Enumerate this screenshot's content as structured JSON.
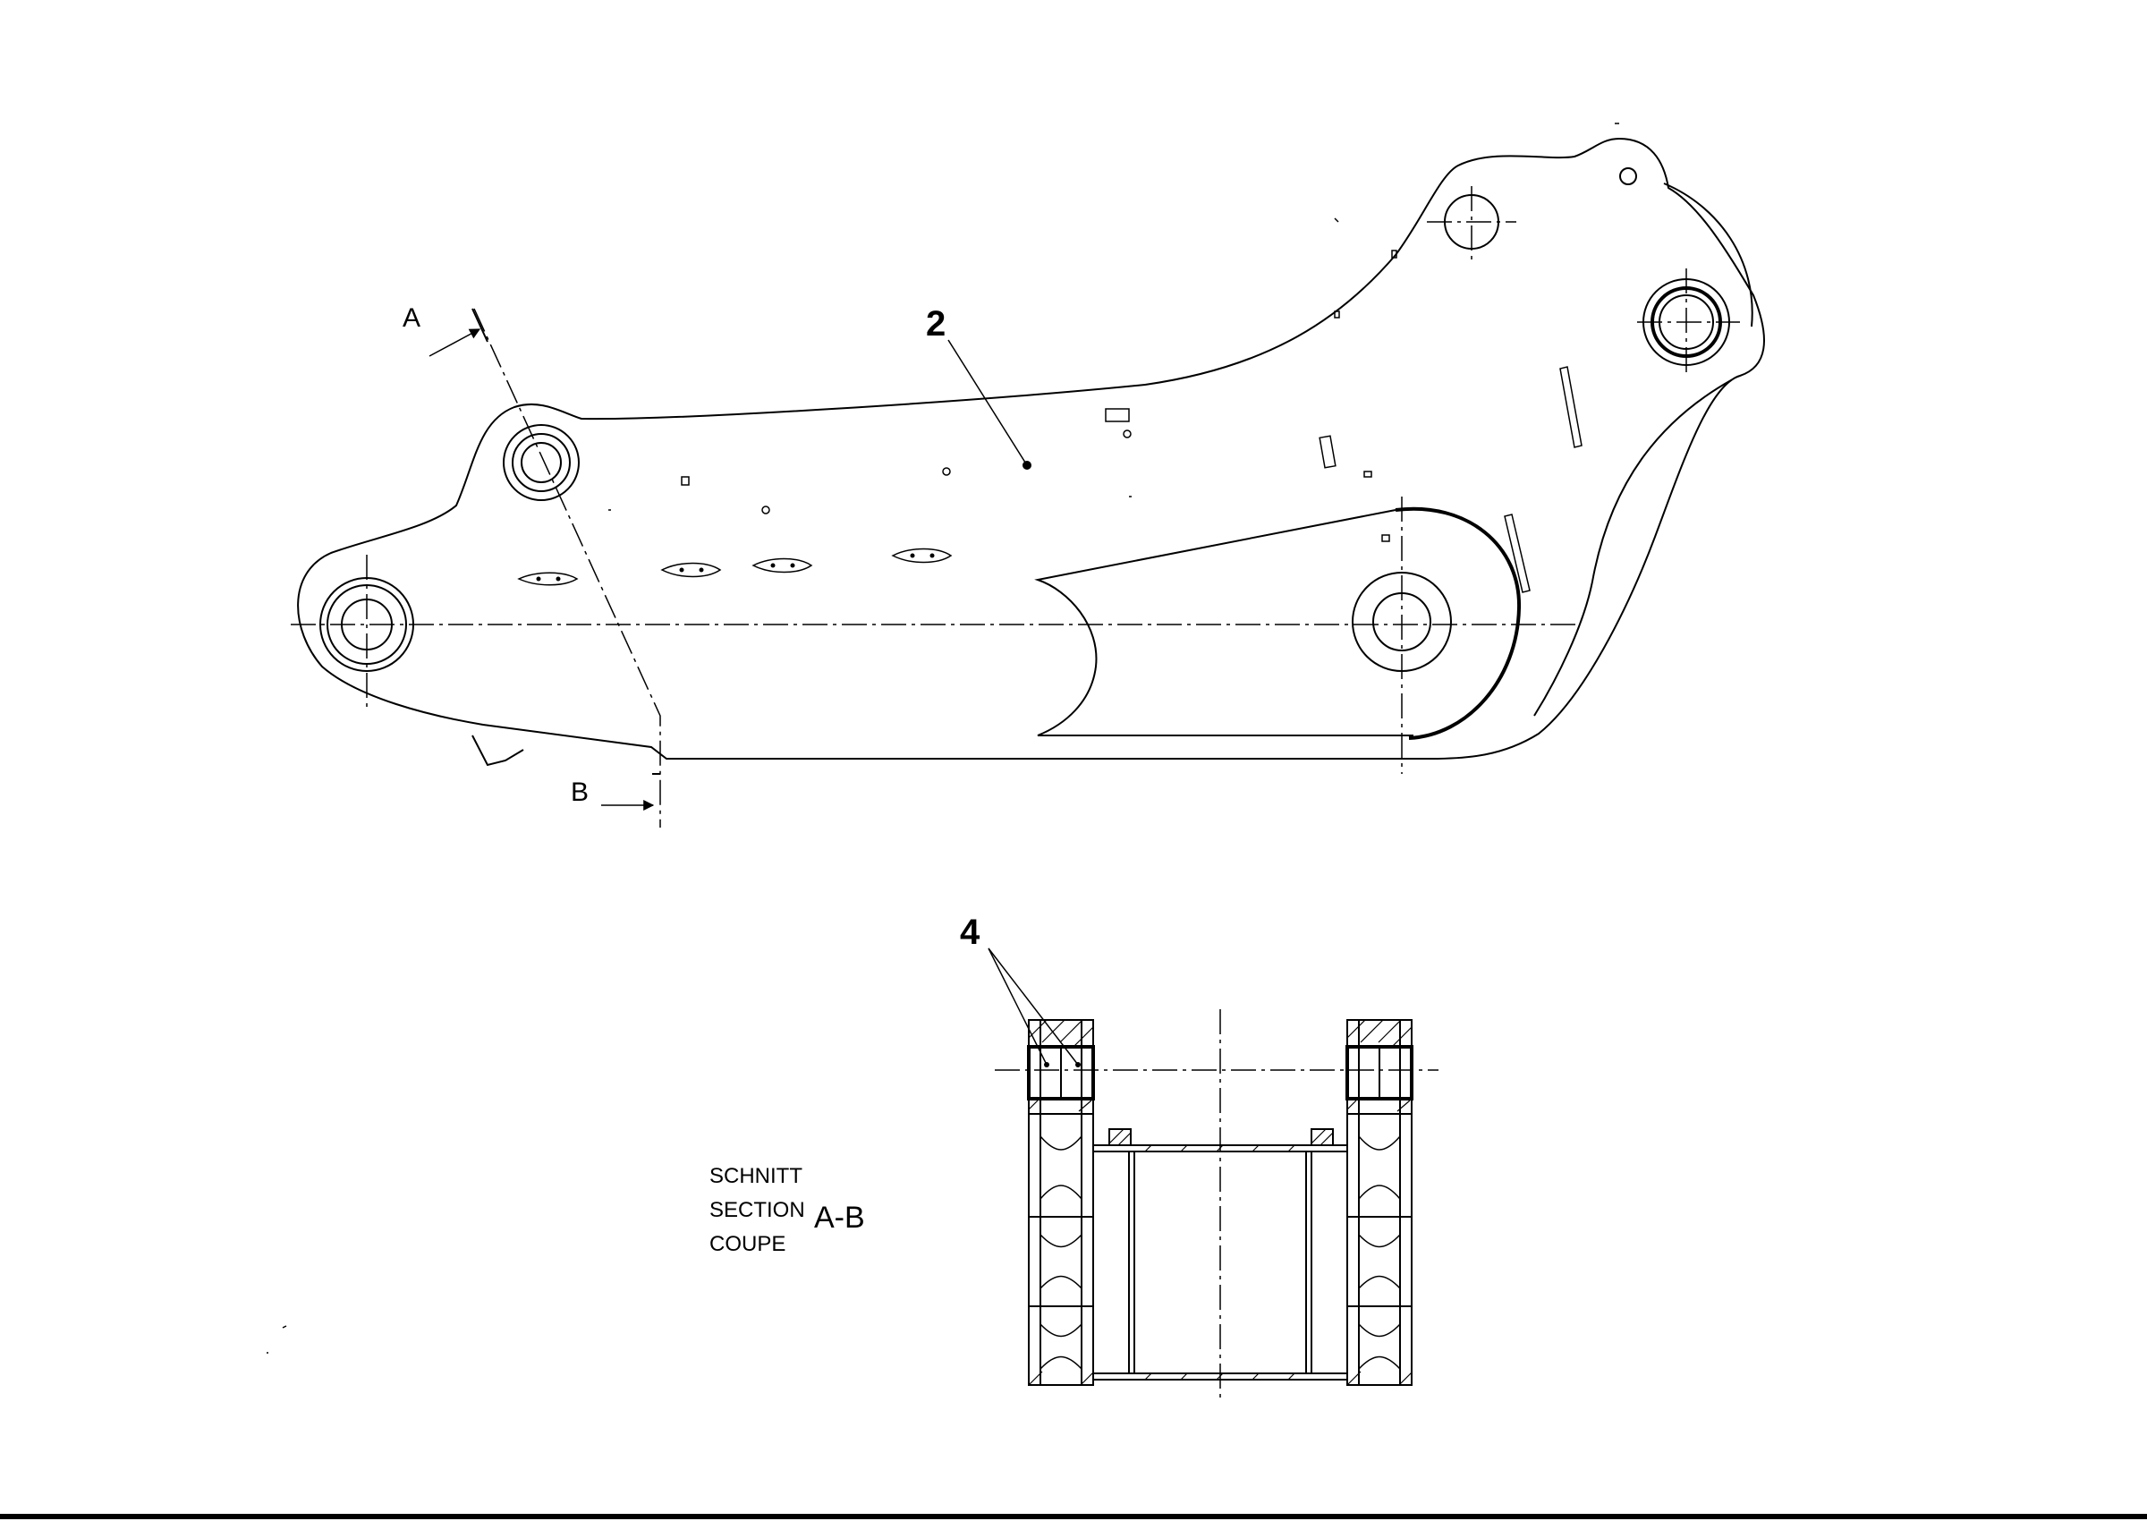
{
  "callouts": {
    "part_2": "2",
    "part_4": "4"
  },
  "section_marks": {
    "start": "A",
    "end": "B"
  },
  "section_caption": {
    "line_de": "SCHNITT",
    "line_en": "SECTION",
    "line_fr": "COUPE",
    "tag": "A-B"
  }
}
